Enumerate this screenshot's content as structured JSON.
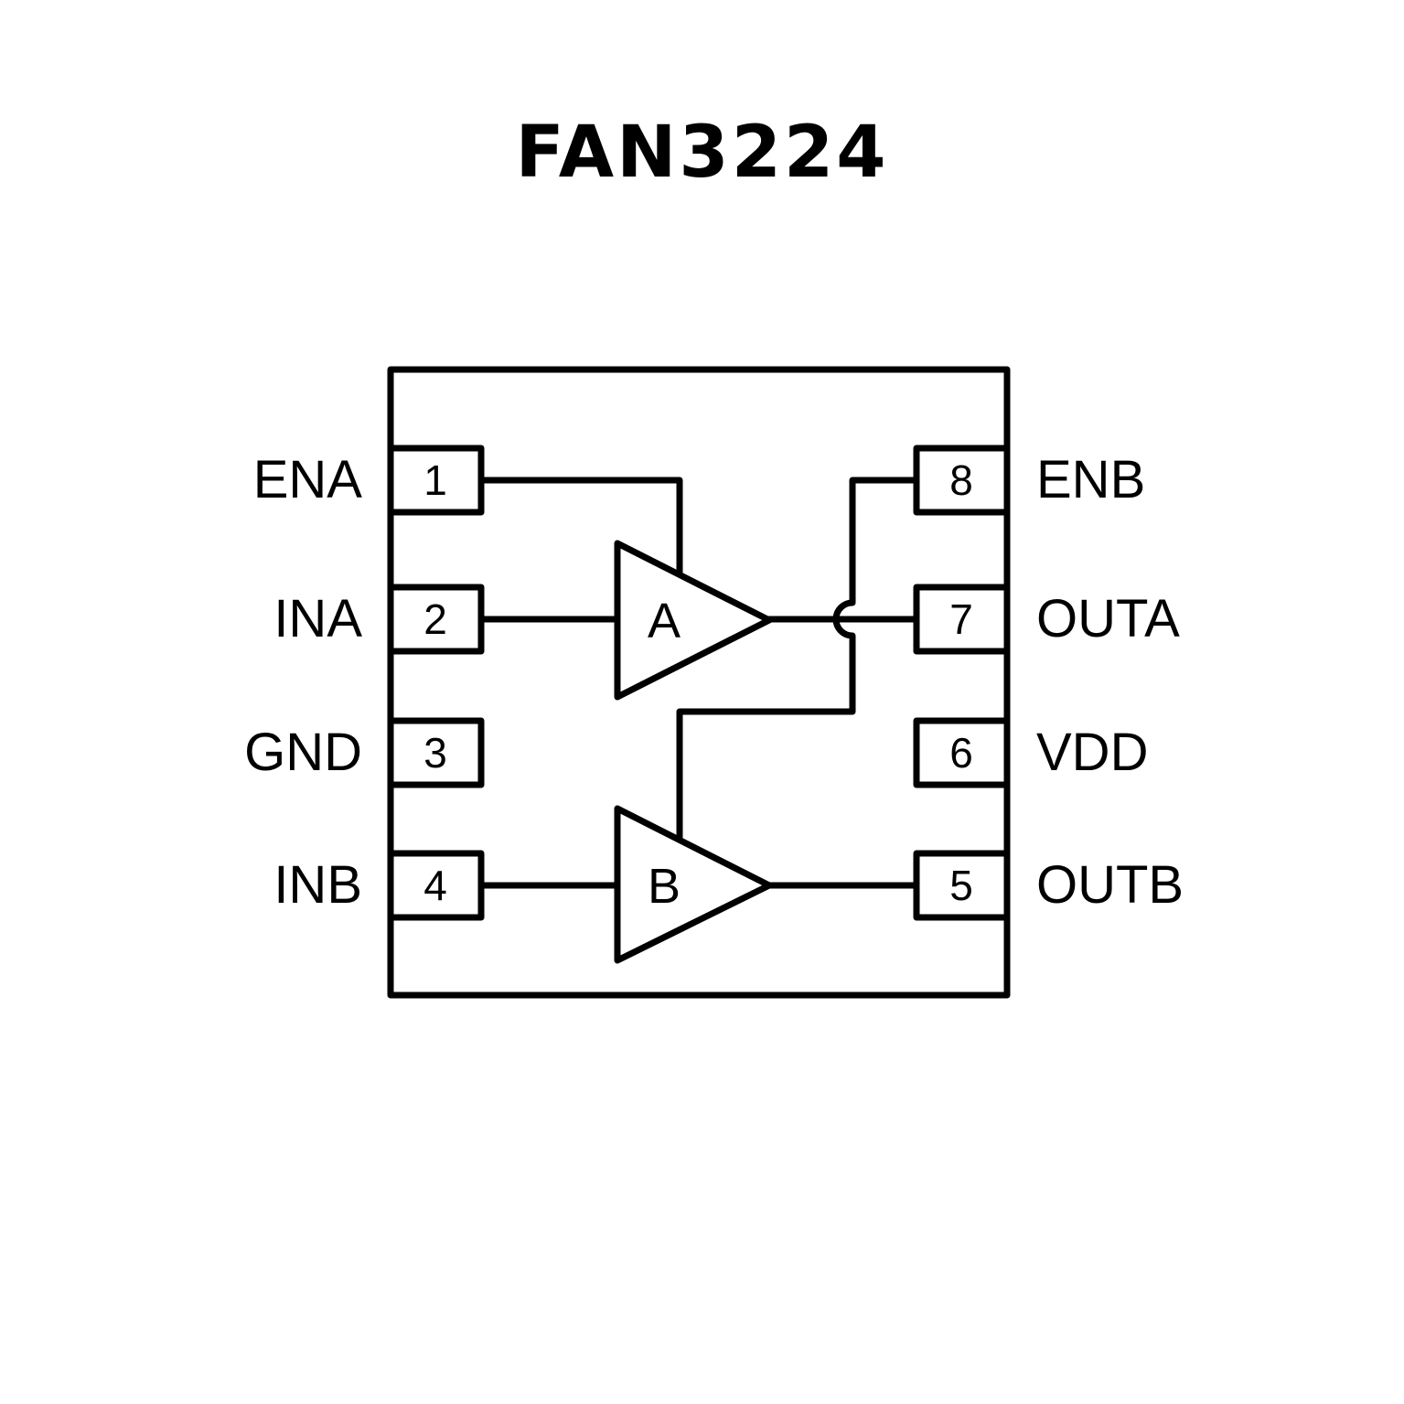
{
  "title": "FAN3224",
  "colors": {
    "stroke": "#000000",
    "background": "#ffffff"
  },
  "pins": [
    {
      "number": "1",
      "name": "ENA",
      "side": "left",
      "row": 1
    },
    {
      "number": "2",
      "name": "INA",
      "side": "left",
      "row": 2
    },
    {
      "number": "3",
      "name": "GND",
      "side": "left",
      "row": 3
    },
    {
      "number": "4",
      "name": "INB",
      "side": "left",
      "row": 4
    },
    {
      "number": "5",
      "name": "OUTB",
      "side": "right",
      "row": 4
    },
    {
      "number": "6",
      "name": "VDD",
      "side": "right",
      "row": 3
    },
    {
      "number": "7",
      "name": "OUTA",
      "side": "right",
      "row": 2
    },
    {
      "number": "8",
      "name": "ENB",
      "side": "right",
      "row": 1
    }
  ],
  "drivers": [
    {
      "label": "A",
      "input_pin": "2",
      "output_pin": "7",
      "enable_pin": "1"
    },
    {
      "label": "B",
      "input_pin": "4",
      "output_pin": "5",
      "enable_pin": "8"
    }
  ]
}
